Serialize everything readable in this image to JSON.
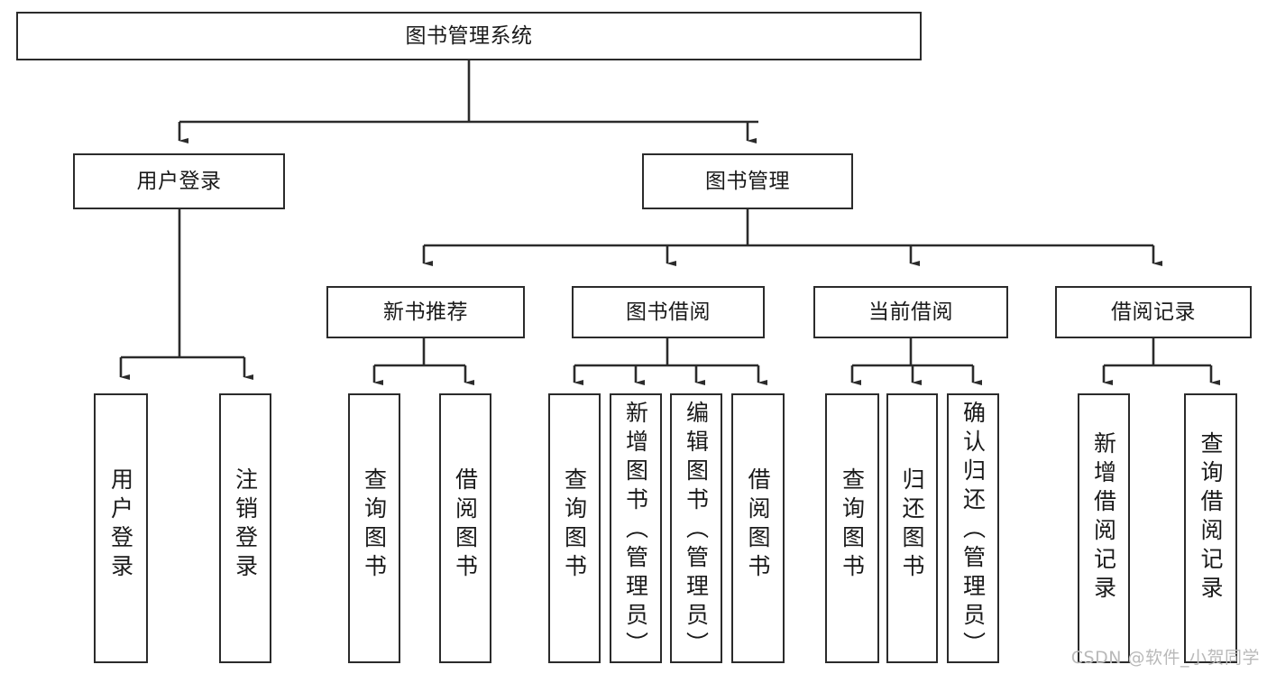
{
  "diagram": {
    "title": "图书管理系统",
    "type": "tree-hierarchy-chart",
    "watermark": "CSDN @软件_小贺同学",
    "colors": {
      "box_border": "#2b2b2b",
      "box_fill": "#ffffff",
      "edge": "#2b2b2b",
      "text": "#1a1a1a",
      "watermark": "#b9b9b9",
      "background": "#ffffff"
    },
    "nodes": {
      "root": {
        "label": "图书管理系统"
      },
      "level2": [
        {
          "id": "user-login",
          "label": "用户登录"
        },
        {
          "id": "book-manage",
          "label": "图书管理"
        }
      ],
      "level3": [
        {
          "id": "new-book-recommend",
          "label": "新书推荐"
        },
        {
          "id": "book-borrow",
          "label": "图书借阅"
        },
        {
          "id": "current-borrow",
          "label": "当前借阅"
        },
        {
          "id": "borrow-record",
          "label": "借阅记录"
        }
      ],
      "leaves": [
        {
          "id": "leaf-user-login",
          "label": "用户登录",
          "parent": "user-login"
        },
        {
          "id": "leaf-logout-login",
          "label": "注销登录",
          "parent": "user-login"
        },
        {
          "id": "leaf-query-book-1",
          "label": "查询图书",
          "parent": "new-book-recommend"
        },
        {
          "id": "leaf-borrow-book-1",
          "label": "借阅图书",
          "parent": "new-book-recommend"
        },
        {
          "id": "leaf-query-book-2",
          "label": "查询图书",
          "parent": "book-borrow"
        },
        {
          "id": "leaf-add-book",
          "label": "新增图书（管理员）",
          "parent": "book-borrow"
        },
        {
          "id": "leaf-edit-book",
          "label": "编辑图书（管理员）",
          "parent": "book-borrow"
        },
        {
          "id": "leaf-borrow-book-2",
          "label": "借阅图书",
          "parent": "book-borrow"
        },
        {
          "id": "leaf-query-book-3",
          "label": "查询图书",
          "parent": "current-borrow"
        },
        {
          "id": "leaf-return-book",
          "label": "归还图书",
          "parent": "current-borrow"
        },
        {
          "id": "leaf-confirm-return",
          "label": "确认归还（管理员）",
          "parent": "current-borrow"
        },
        {
          "id": "leaf-add-record",
          "label": "新增借阅记录",
          "parent": "borrow-record"
        },
        {
          "id": "leaf-query-record",
          "label": "查询借阅记录",
          "parent": "borrow-record"
        }
      ]
    }
  }
}
